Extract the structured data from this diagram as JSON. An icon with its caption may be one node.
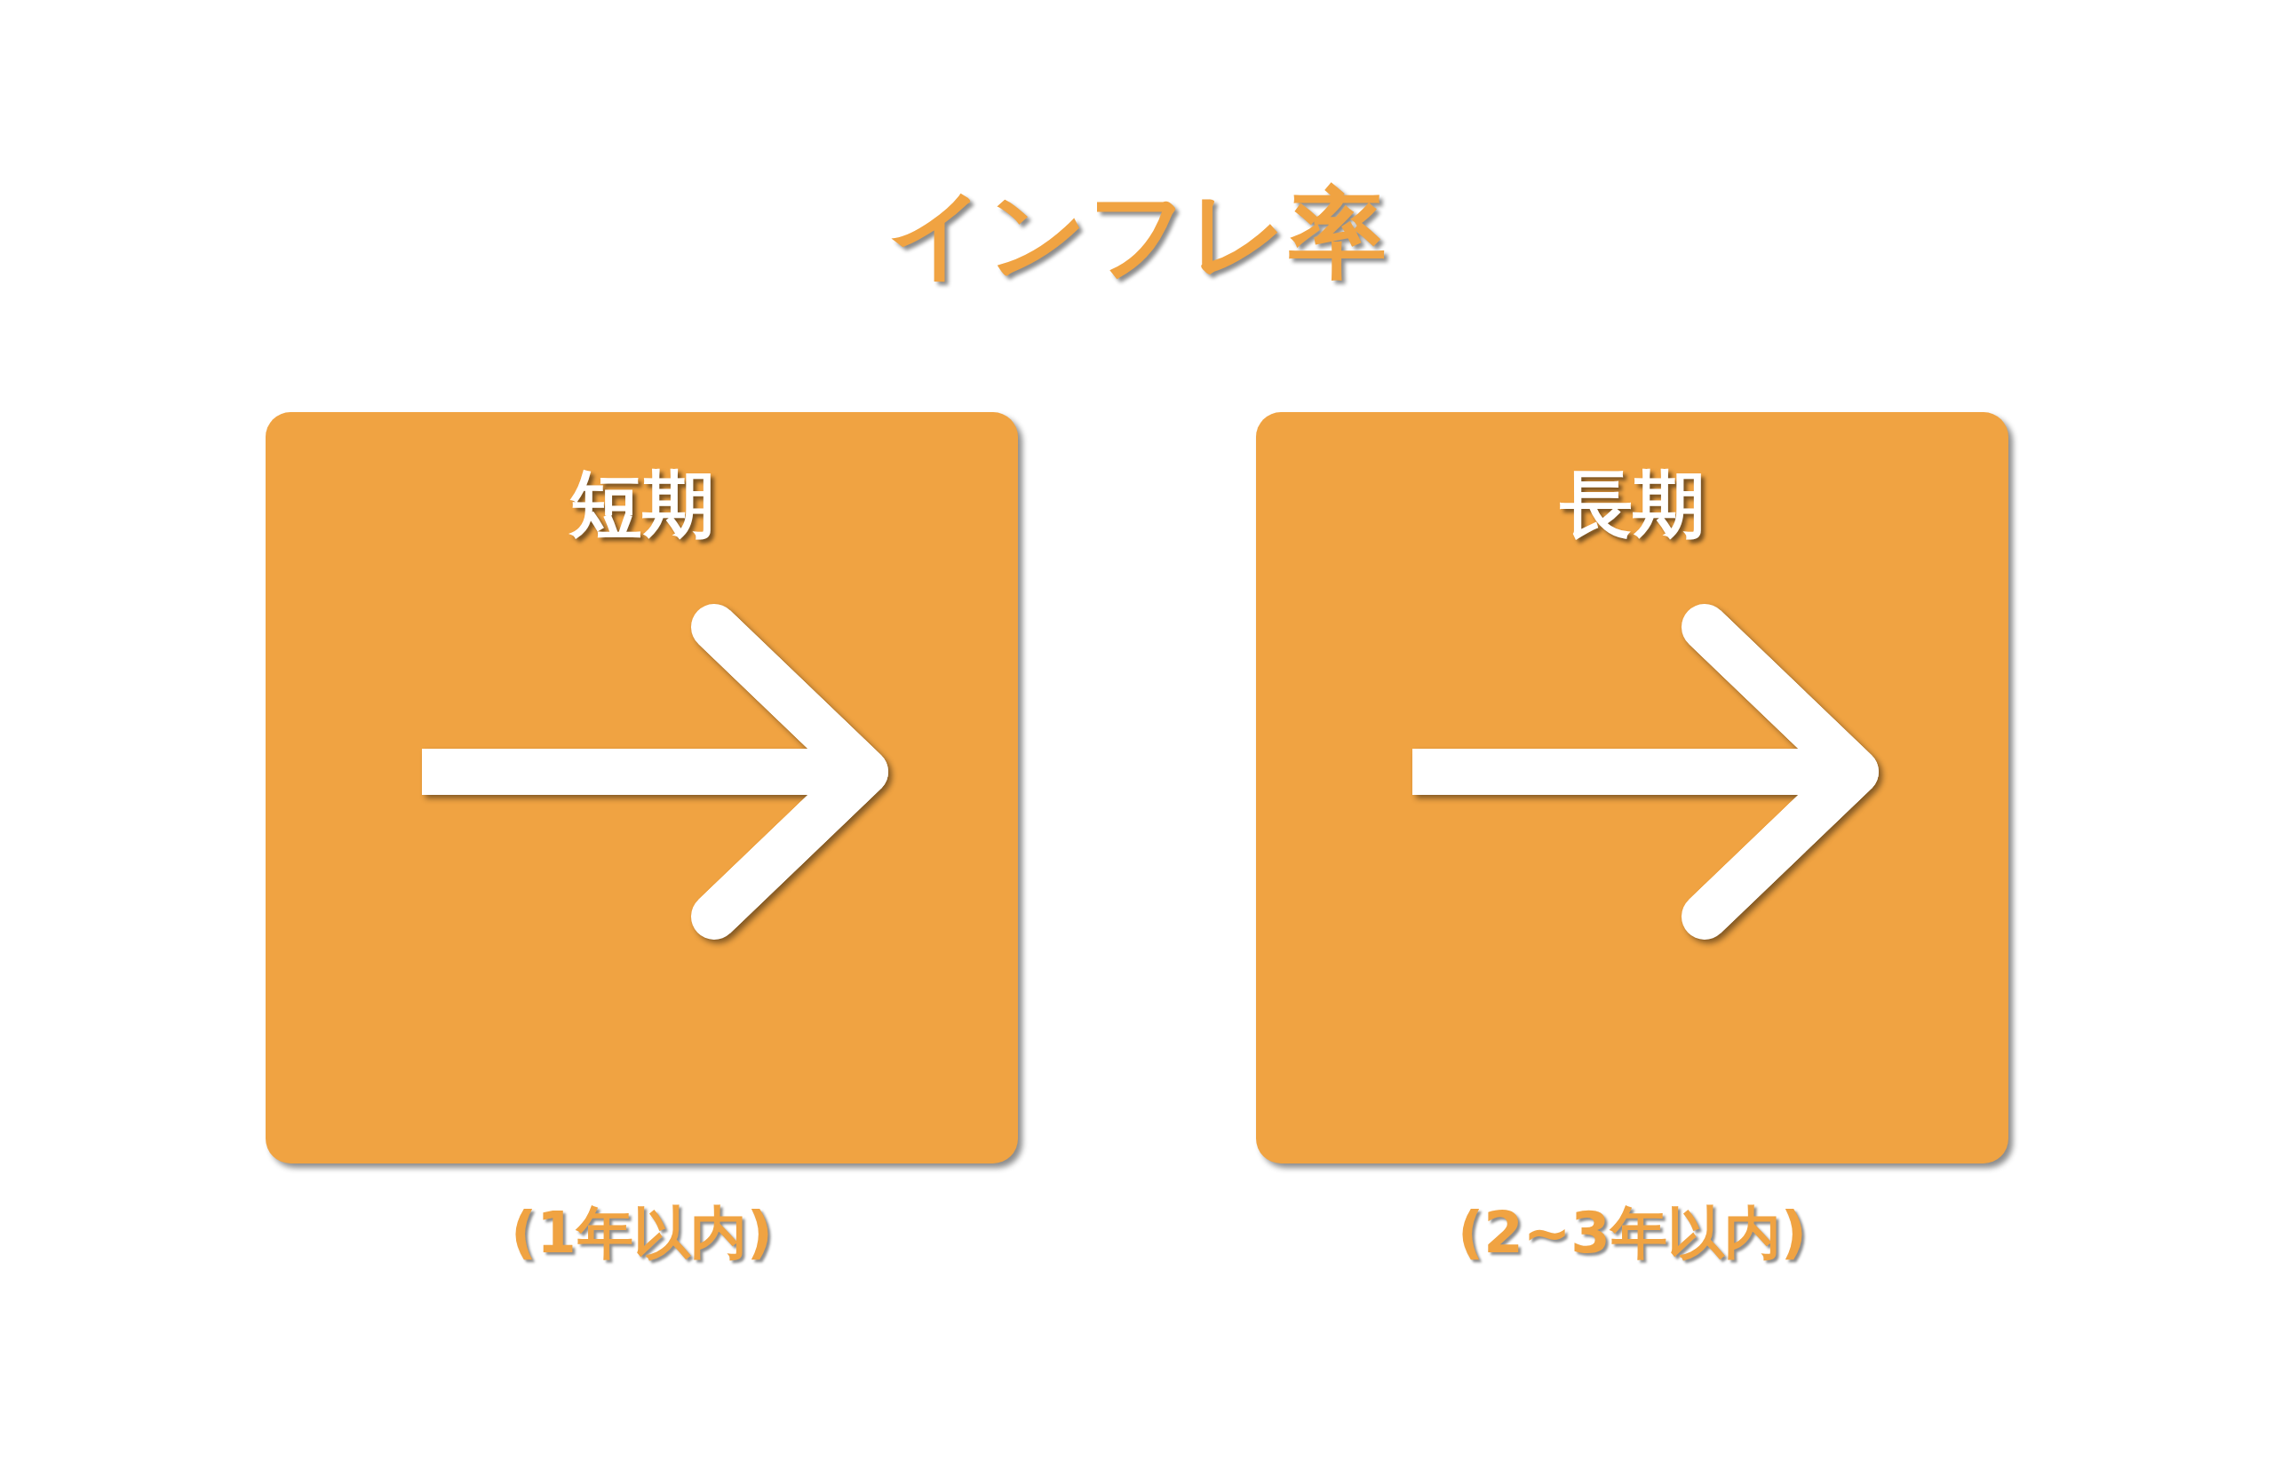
{
  "diagram": {
    "title": "インフレ率",
    "nodes": [
      {
        "text": [
          "短期"
        ],
        "beside": [
          "(1年以内)"
        ]
      },
      {
        "text": [
          "長期"
        ],
        "beside": [
          "(2~3年以内)"
        ]
      }
    ]
  }
}
